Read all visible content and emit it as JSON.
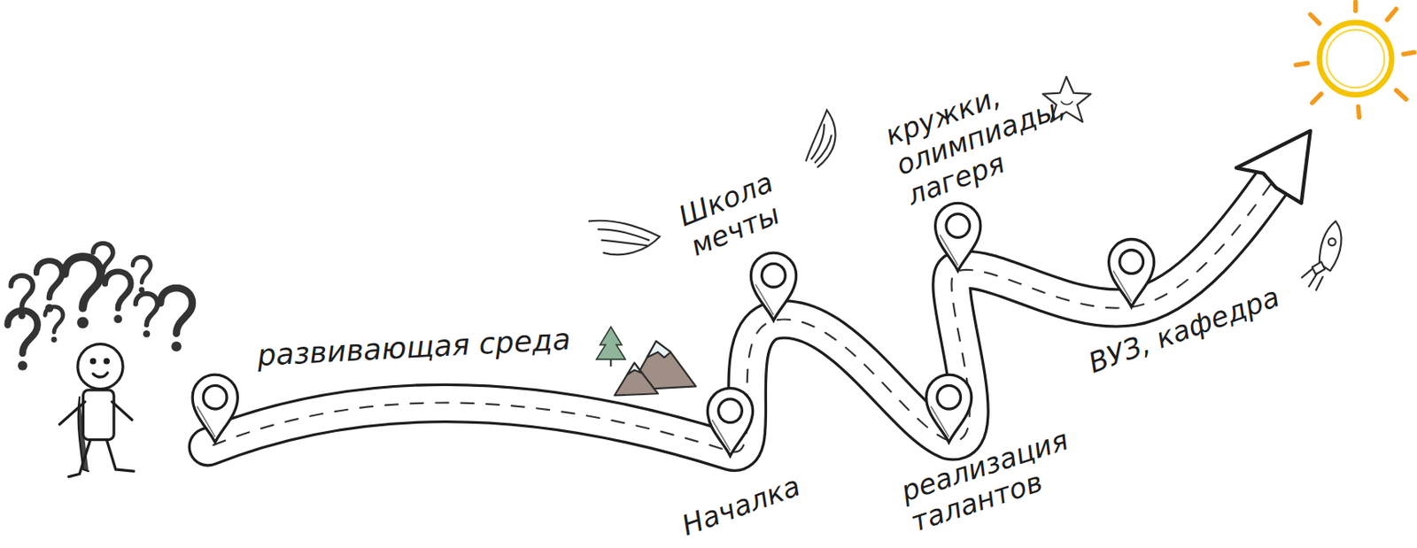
{
  "diagram": {
    "labels": [
      "развивающая среда",
      "Началка",
      "Школа мечты",
      "реализация талантов",
      "кружки, олимпиады, лагеря",
      "ВУЗ, кафедра"
    ]
  }
}
